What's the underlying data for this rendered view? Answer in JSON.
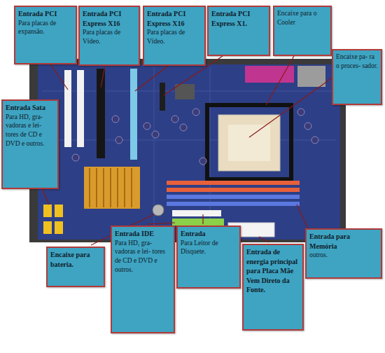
{
  "diagram": {
    "nodes": [
      {
        "text": [
          "Entrada PCI",
          "Para placas de expansão."
        ]
      },
      {
        "text": [
          "Entrada PCI Express X16",
          "Para placas de Vídeo."
        ]
      },
      {
        "text": [
          "Entrada PCI Express X16",
          "Para placas de Vídeo."
        ]
      },
      {
        "text": [
          "Entrada PCI Express X1."
        ]
      },
      {
        "text": [
          "Encaixe para o Cooler"
        ]
      },
      {
        "text": [
          "Encaixe pa- ra o proces- sador."
        ]
      },
      {
        "text": [
          "Entrada Sata",
          "Para HD, gra- vadoras e lei- tores de CD e DVD e outros."
        ]
      },
      {
        "text": [
          "Encaixe para bateria."
        ]
      },
      {
        "text": [
          "Entrada IDE",
          "Para HD, gra- vadoras e lei- tores de CD e DVD e outros."
        ]
      },
      {
        "text": [
          "Entrada",
          "Para Leitor de Disquete."
        ]
      },
      {
        "text": [
          "Entrada de energia principal para Placa Mãe Vem Direto da Fonte."
        ]
      },
      {
        "text": [
          "Entrada para Memória",
          "outros."
        ]
      }
    ]
  }
}
